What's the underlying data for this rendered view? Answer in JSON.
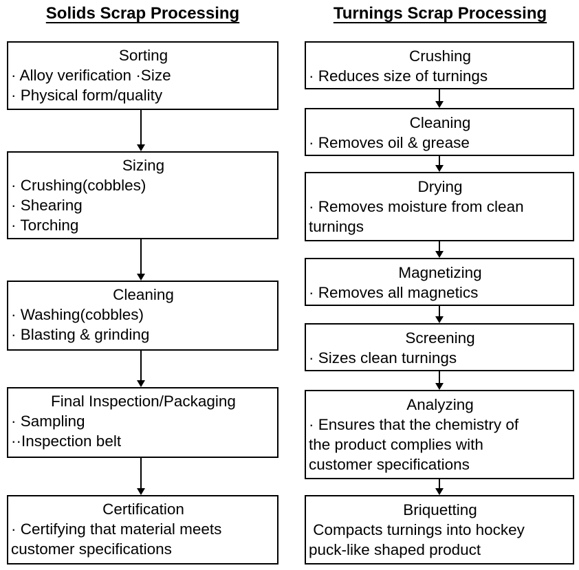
{
  "solids": {
    "title": "Solids Scrap Processing",
    "steps": [
      {
        "title": "Sorting",
        "lines": [
          "· Alloy verification ·Size",
          "· Physical form/quality"
        ]
      },
      {
        "title": "Sizing",
        "lines": [
          "· Crushing(cobbles)",
          "· Shearing",
          "· Torching"
        ]
      },
      {
        "title": "Cleaning",
        "lines": [
          "· Washing(cobbles)",
          "· Blasting & grinding"
        ]
      },
      {
        "title": "Final Inspection/Packaging",
        "lines": [
          "· Sampling",
          "··Inspection belt"
        ]
      },
      {
        "title": "Certification",
        "lines": [
          "· Certifying that material meets",
          "customer specifications"
        ]
      }
    ]
  },
  "turnings": {
    "title": "Turnings Scrap Processing",
    "steps": [
      {
        "title": "Crushing",
        "lines": [
          "· Reduces size of turnings"
        ]
      },
      {
        "title": "Cleaning",
        "lines": [
          "· Removes oil & grease"
        ]
      },
      {
        "title": "Drying",
        "lines": [
          "· Removes moisture from clean",
          "turnings"
        ]
      },
      {
        "title": "Magnetizing",
        "lines": [
          "· Removes all magnetics"
        ]
      },
      {
        "title": "Screening",
        "lines": [
          "· Sizes clean turnings"
        ]
      },
      {
        "title": "Analyzing",
        "lines": [
          "· Ensures that the chemistry of",
          "the product complies with",
          "customer specifications"
        ]
      },
      {
        "title": "Briquetting",
        "lines": [
          " Compacts turnings into hockey",
          "puck-like shaped product"
        ]
      }
    ]
  }
}
